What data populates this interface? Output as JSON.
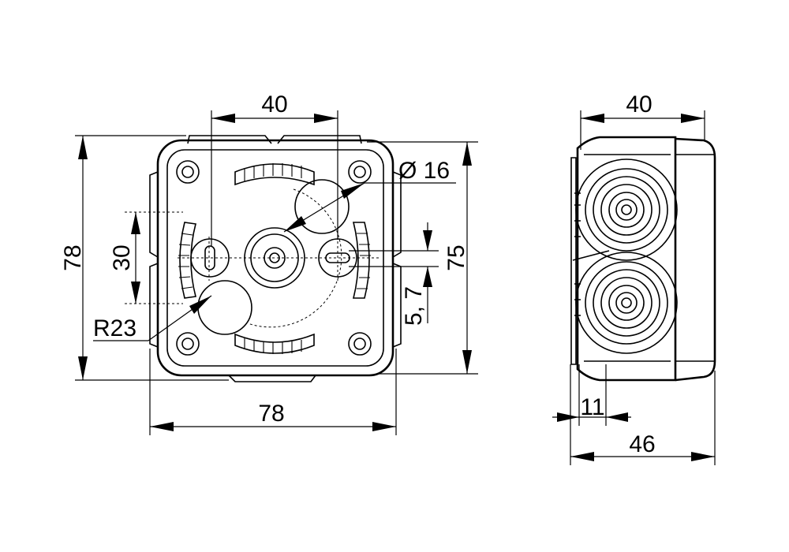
{
  "front_view": {
    "dims": {
      "top_width": "40",
      "diameter": "Ø 16",
      "height_outer": "78",
      "center_spacing": "30",
      "height_inner": "75",
      "offset": "5, 7",
      "radius": "R23",
      "bottom_width": "78"
    }
  },
  "side_view": {
    "dims": {
      "top_width": "40",
      "wall": "11",
      "depth": "46"
    }
  }
}
